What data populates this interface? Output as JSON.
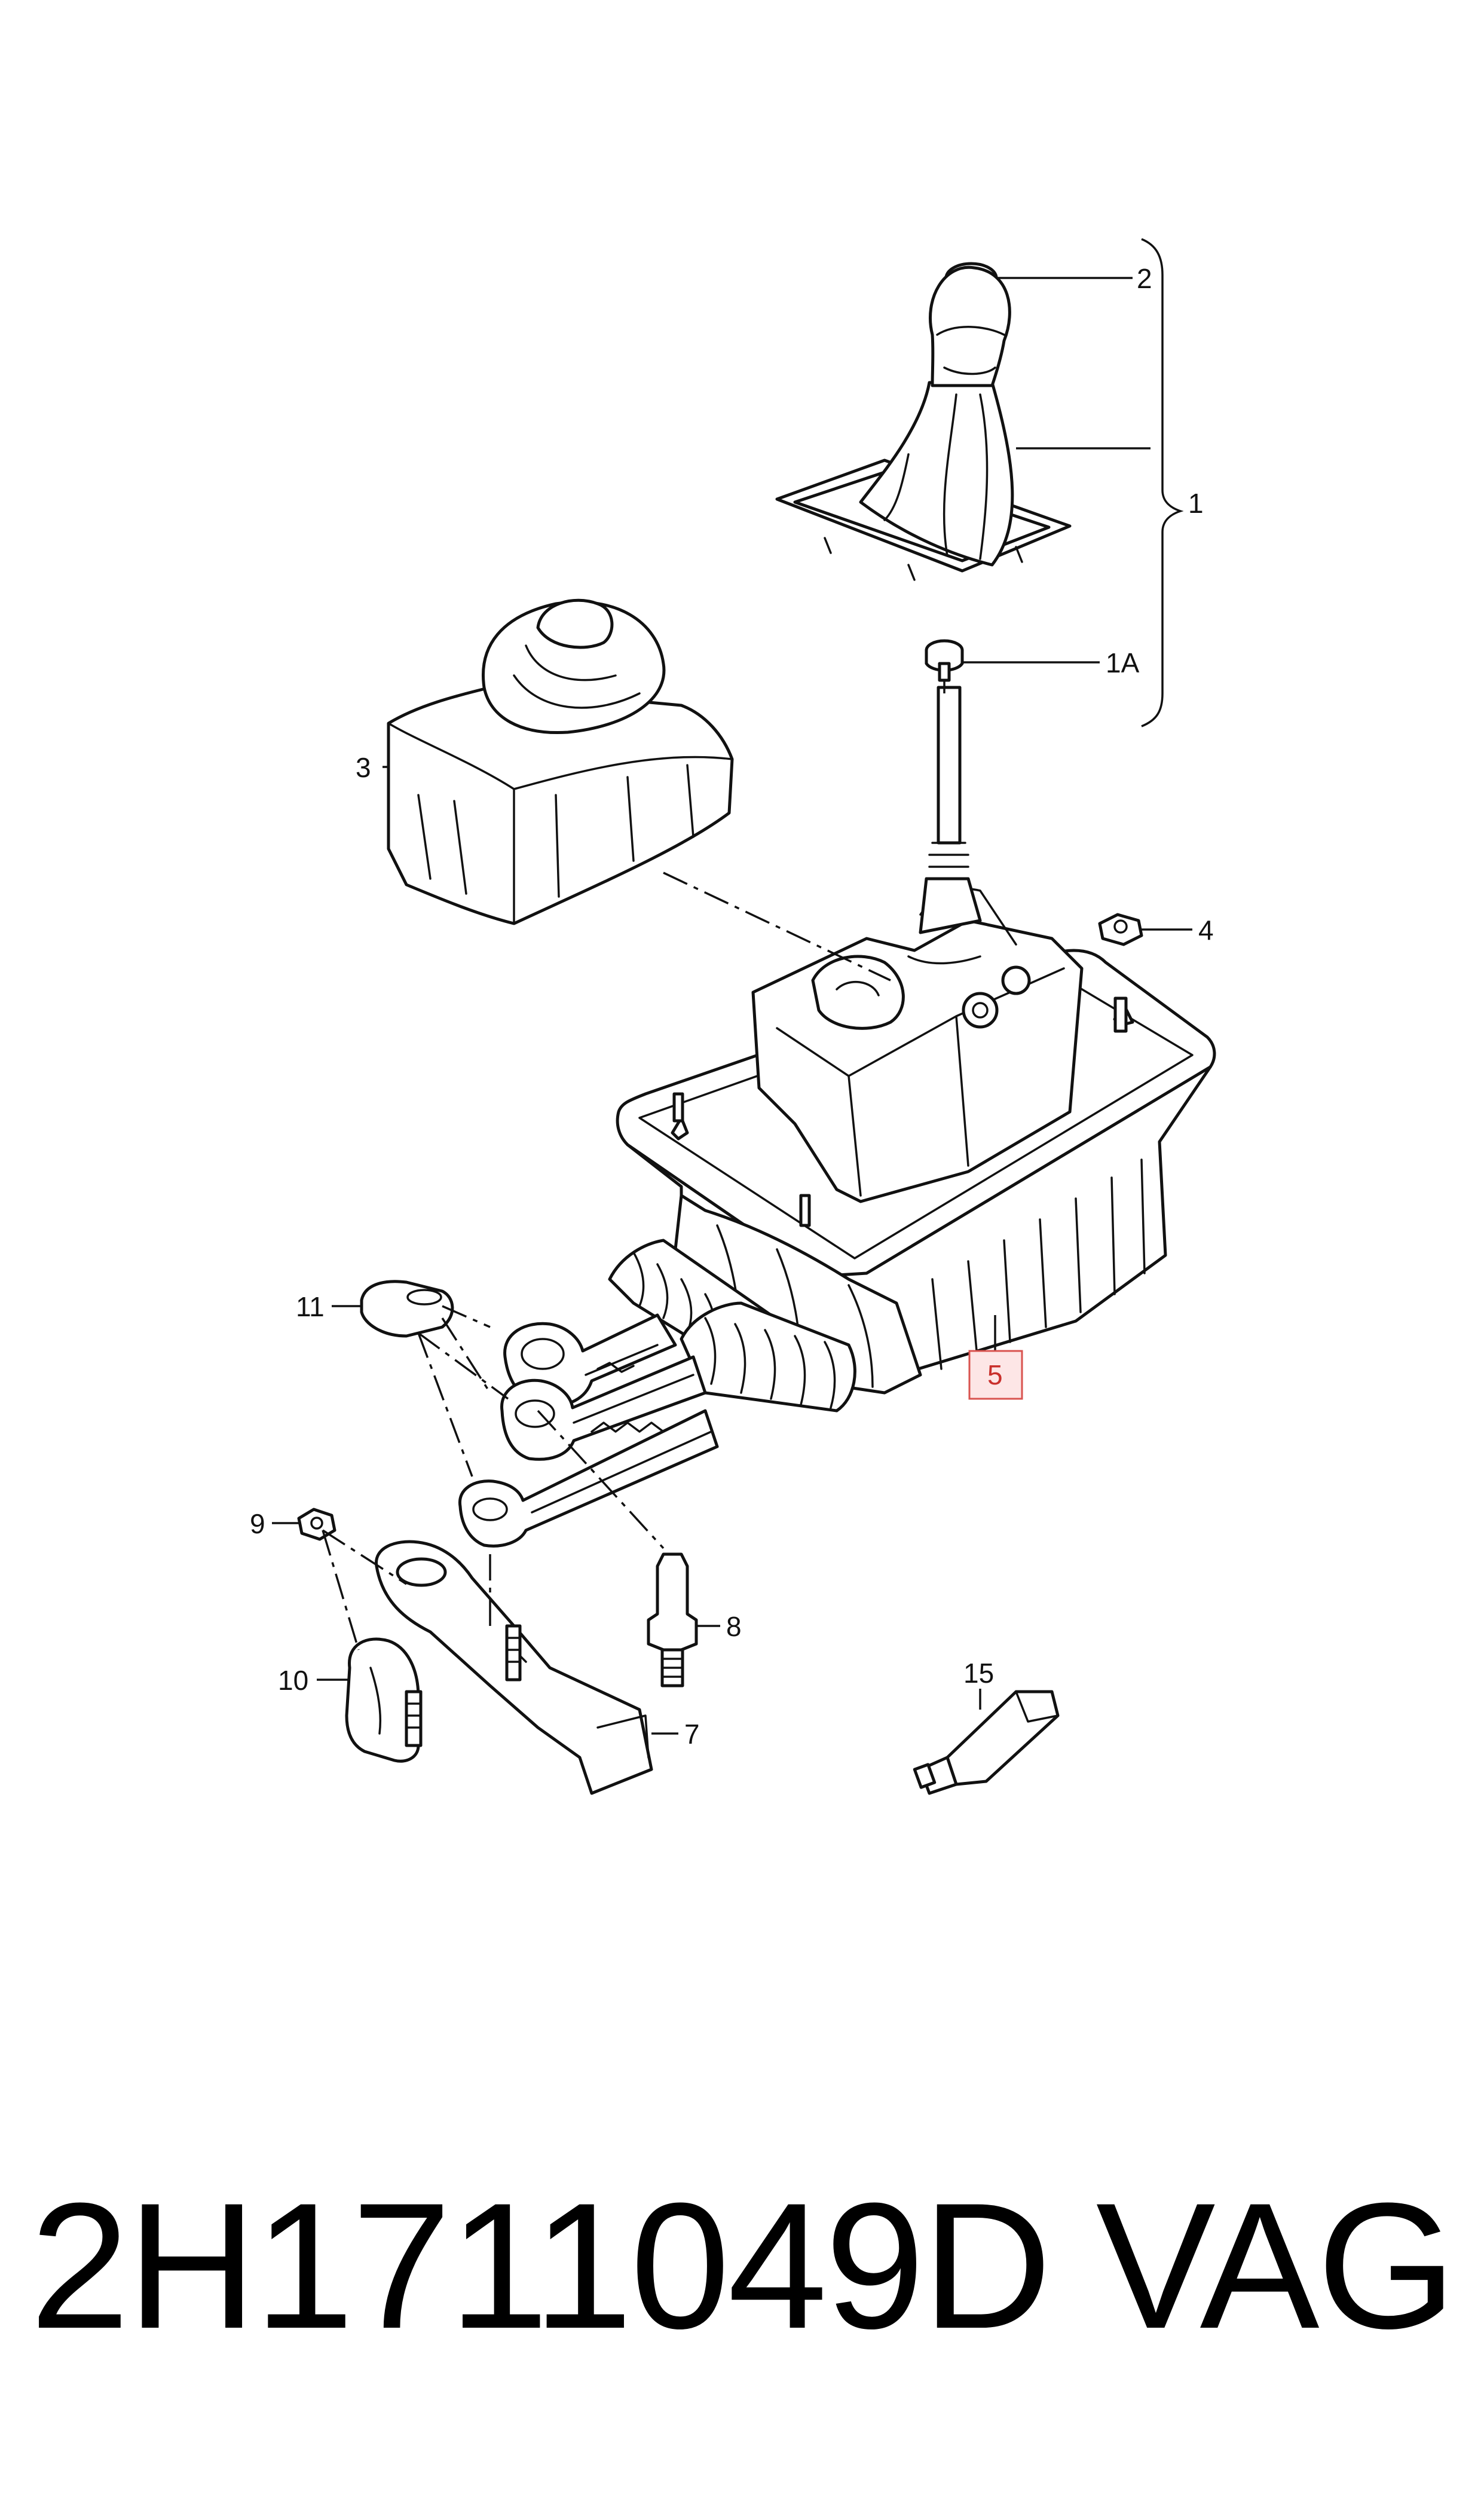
{
  "callouts": {
    "c1": "1",
    "c1a": "1A",
    "c2": "2",
    "c3": "3",
    "c4": "4",
    "c5": "5",
    "c7": "7",
    "c8": "8",
    "c9": "9",
    "c10": "10",
    "c11": "11",
    "c15": "15"
  },
  "highlighted_callout": "5",
  "highlight_color": "#d9534f",
  "footer": {
    "part_number": "2H1711049D",
    "brand": "VAG"
  }
}
